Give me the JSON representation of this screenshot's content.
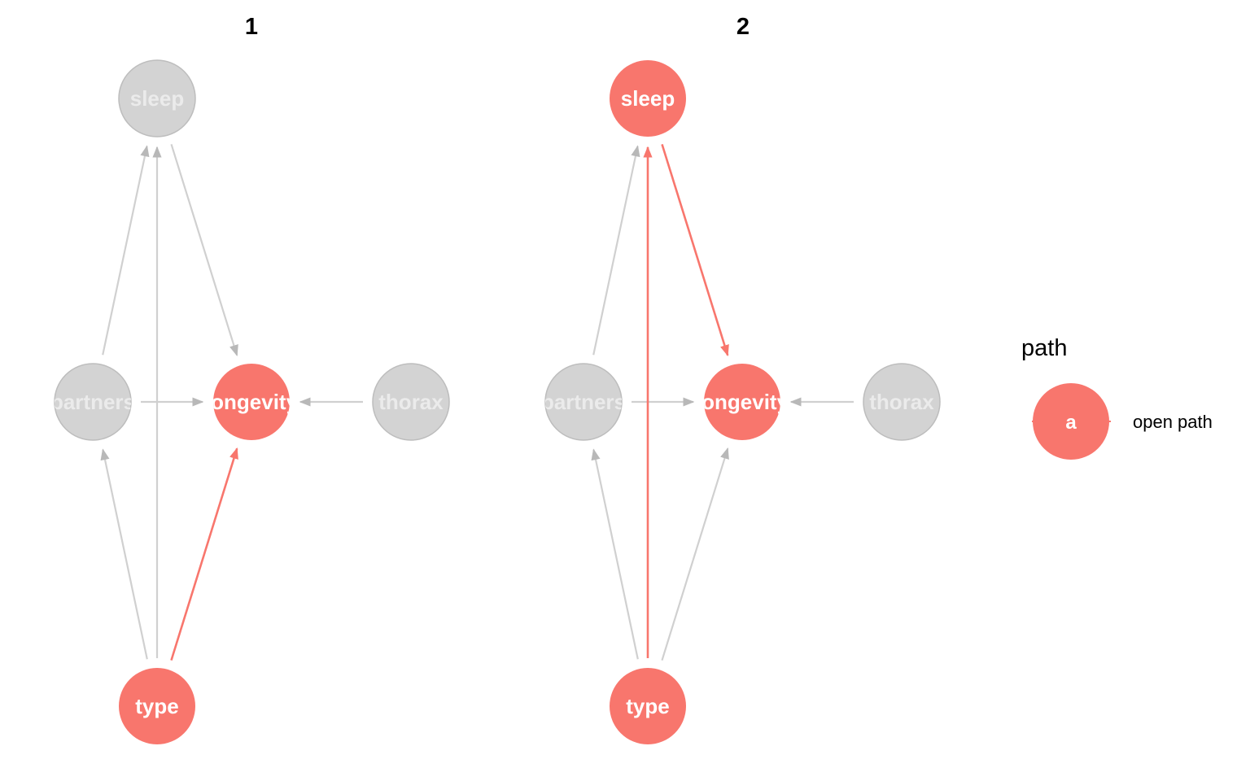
{
  "colors": {
    "open": "#F8766D",
    "inactive_fill": "#D3D3D3",
    "inactive_stroke": "#BDBDBD",
    "inactive_edge": "#D0D0D0",
    "inactive_arrow": "#B8B8B8",
    "inactive_text": "#EBEBEB",
    "active_text": "#FFFFFF"
  },
  "panels": [
    {
      "title": "1",
      "nodes": [
        {
          "id": "sleep",
          "label": "sleep",
          "active": false
        },
        {
          "id": "partners",
          "label": "partners",
          "active": false
        },
        {
          "id": "longevity",
          "label": "longevity",
          "active": true
        },
        {
          "id": "thorax",
          "label": "thorax",
          "active": false
        },
        {
          "id": "type",
          "label": "type",
          "active": true
        }
      ],
      "edges": [
        {
          "from": "partners",
          "to": "sleep",
          "active": false
        },
        {
          "from": "type",
          "to": "sleep",
          "active": false
        },
        {
          "from": "sleep",
          "to": "longevity",
          "active": false
        },
        {
          "from": "partners",
          "to": "longevity",
          "active": false
        },
        {
          "from": "thorax",
          "to": "longevity",
          "active": false
        },
        {
          "from": "type",
          "to": "partners",
          "active": false
        },
        {
          "from": "type",
          "to": "longevity",
          "active": true
        }
      ]
    },
    {
      "title": "2",
      "nodes": [
        {
          "id": "sleep",
          "label": "sleep",
          "active": true
        },
        {
          "id": "partners",
          "label": "partners",
          "active": false
        },
        {
          "id": "longevity",
          "label": "longevity",
          "active": true
        },
        {
          "id": "thorax",
          "label": "thorax",
          "active": false
        },
        {
          "id": "type",
          "label": "type",
          "active": true
        }
      ],
      "edges": [
        {
          "from": "partners",
          "to": "sleep",
          "active": false
        },
        {
          "from": "type",
          "to": "sleep",
          "active": true
        },
        {
          "from": "sleep",
          "to": "longevity",
          "active": true
        },
        {
          "from": "partners",
          "to": "longevity",
          "active": false
        },
        {
          "from": "thorax",
          "to": "longevity",
          "active": false
        },
        {
          "from": "type",
          "to": "partners",
          "active": false
        },
        {
          "from": "type",
          "to": "longevity",
          "active": false
        }
      ]
    }
  ],
  "legend": {
    "title": "path",
    "key_label": "a",
    "entry": "open path"
  }
}
